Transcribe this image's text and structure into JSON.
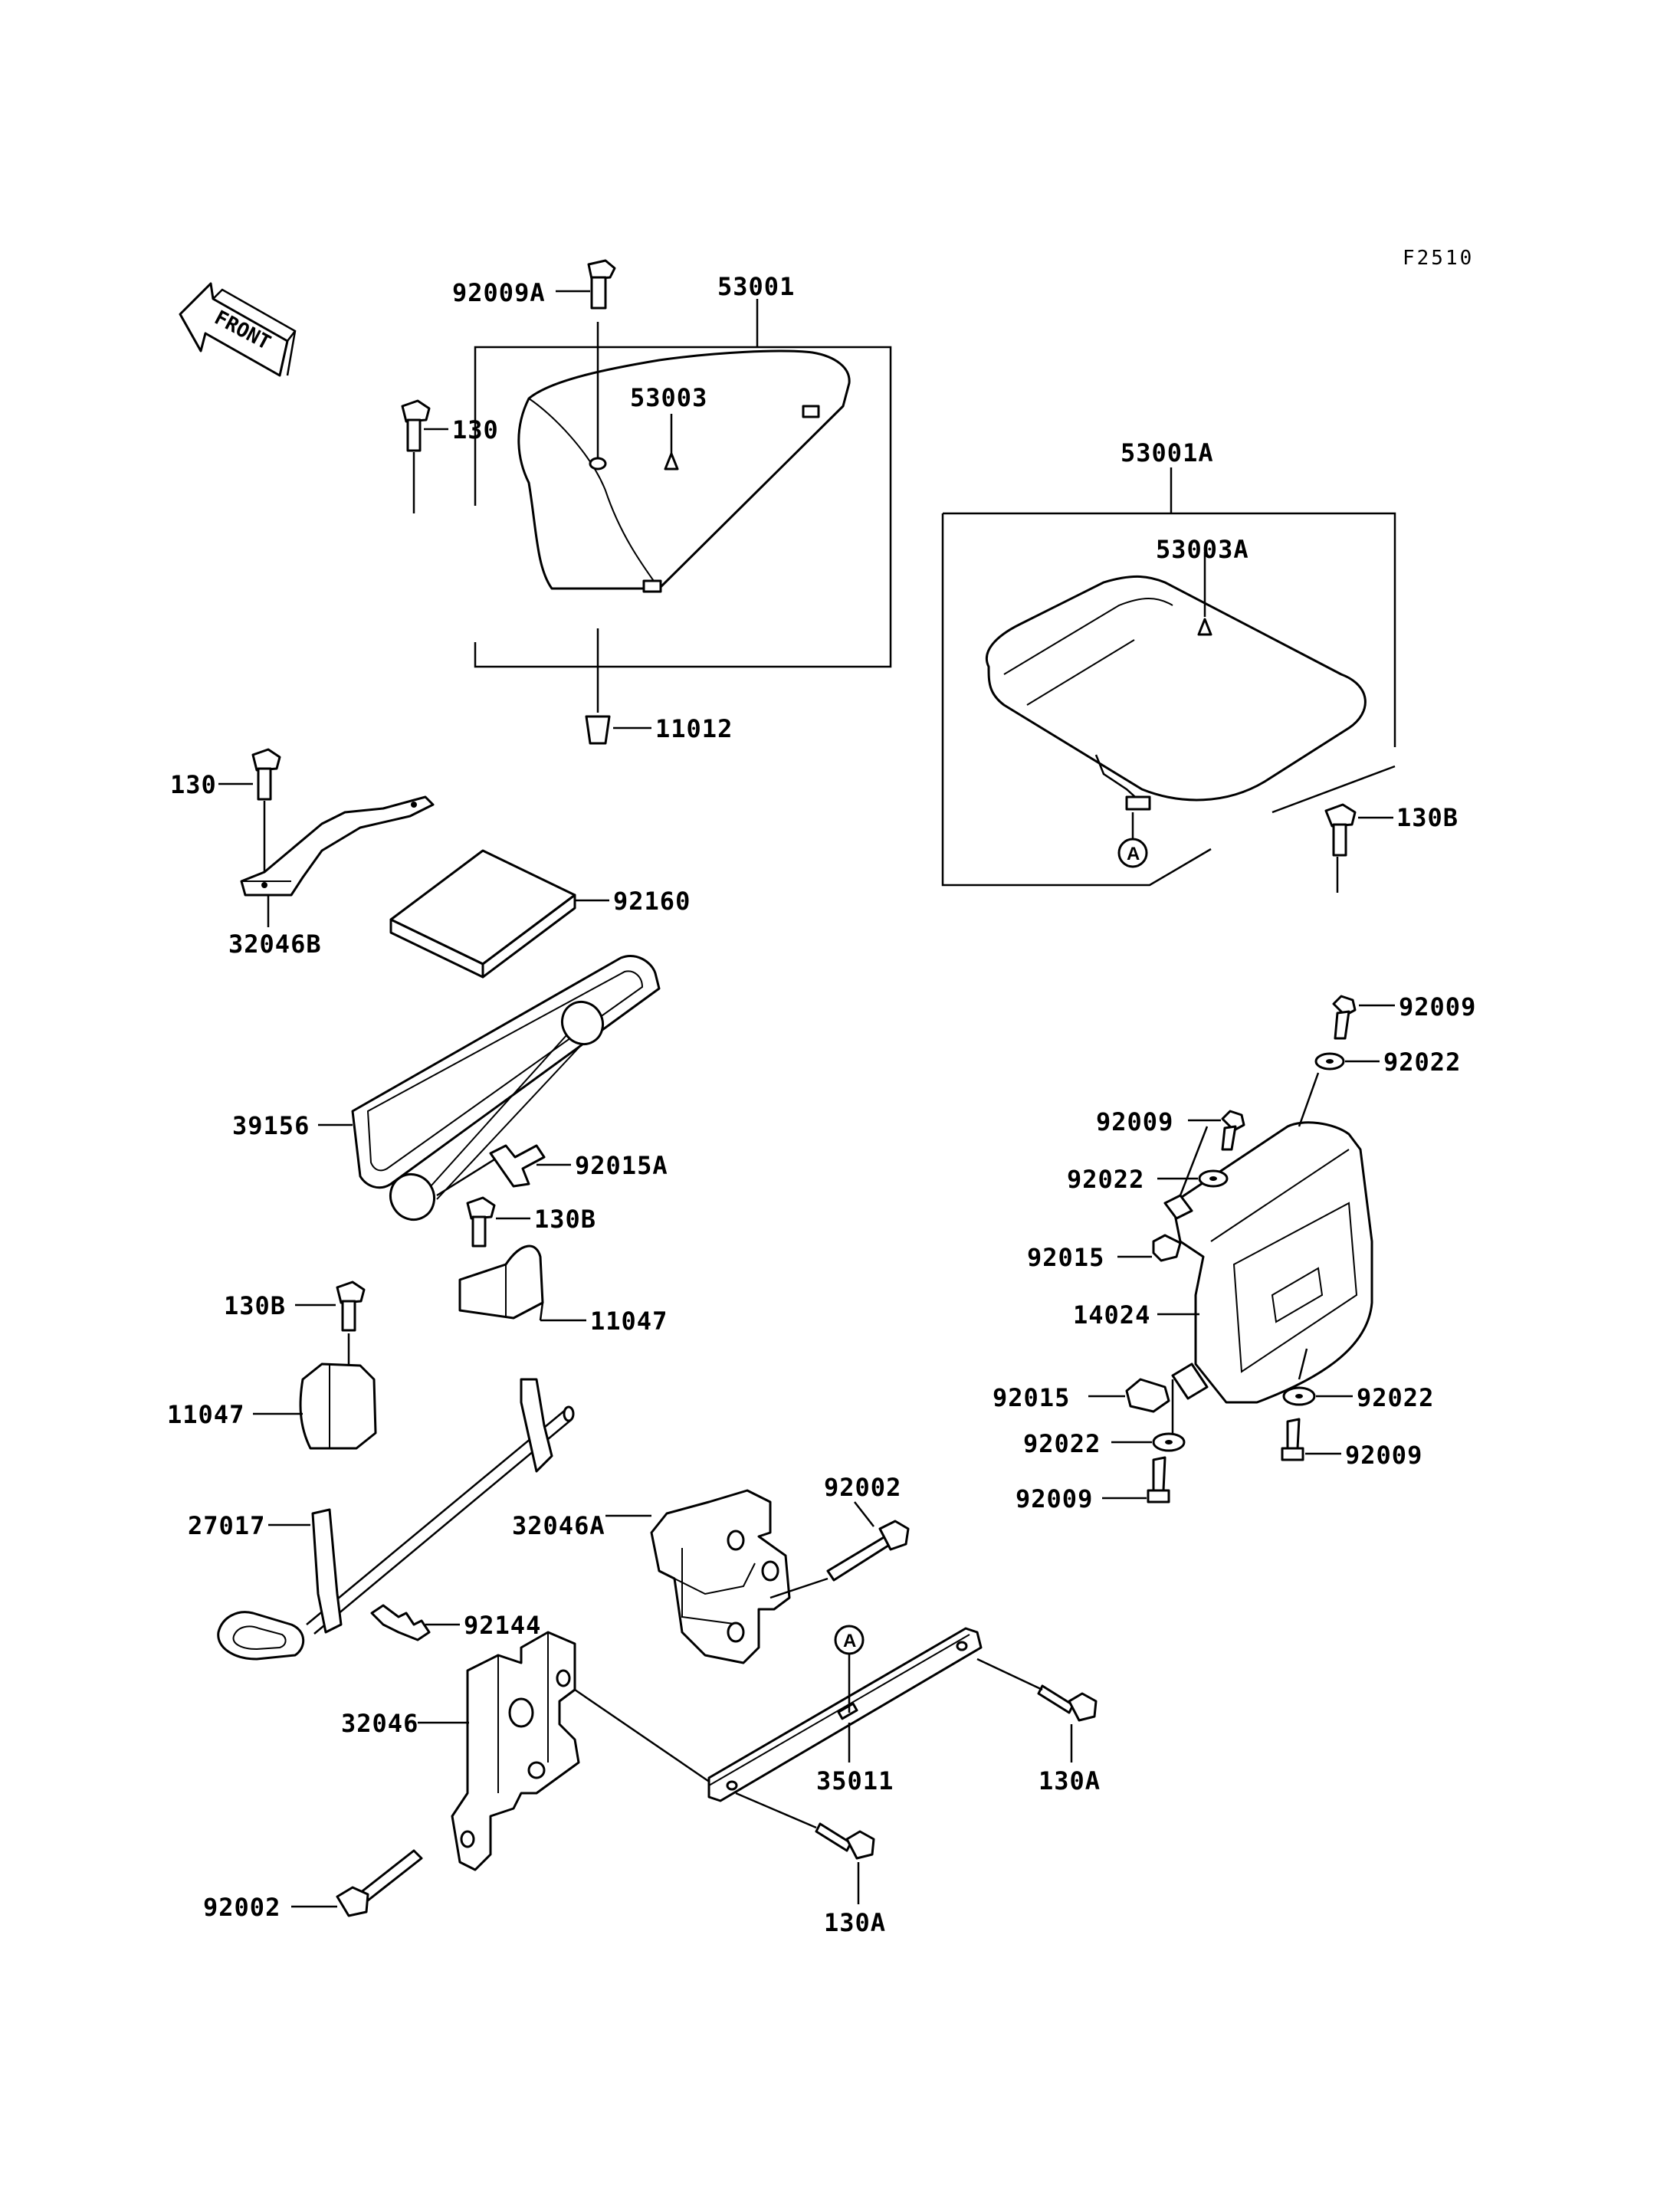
{
  "figure_id": "F2510",
  "front_label": "FRONT",
  "ref_marker": "A",
  "labels": {
    "p92009A": "92009A",
    "p53001": "53001",
    "p53003": "53003",
    "p53001A": "53001A",
    "p53003A": "53003A",
    "p11012": "11012",
    "p130_a": "130",
    "p130_b": "130",
    "p130B_seat": "130B",
    "p32046B": "32046B",
    "p92160": "92160",
    "p39156": "39156",
    "p92015A": "92015A",
    "p130B_a": "130B",
    "p130B_b": "130B",
    "p11047_a": "11047",
    "p11047_b": "11047",
    "p27017": "27017",
    "p32046A": "32046A",
    "p92002_a": "92002",
    "p92002_b": "92002",
    "p92144": "92144",
    "p32046": "32046",
    "p35011": "35011",
    "p130A_a": "130A",
    "p130A_b": "130A",
    "p92009_a": "92009",
    "p92009_b": "92009",
    "p92009_c": "92009",
    "p92009_d": "92009",
    "p92022_a": "92022",
    "p92022_b": "92022",
    "p92022_c": "92022",
    "p92022_d": "92022",
    "p92015_a": "92015",
    "p92015_b": "92015",
    "p14024": "14024"
  }
}
